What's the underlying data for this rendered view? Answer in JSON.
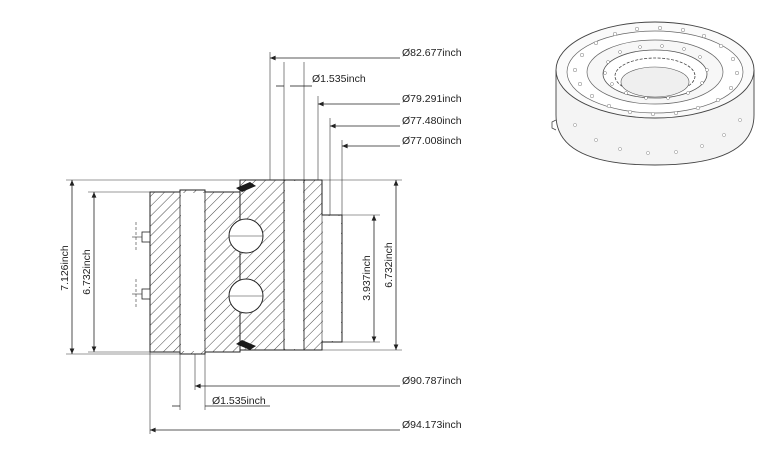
{
  "dimensions": {
    "d_top_1": "Ø82.677inch",
    "d_top_2": "Ø1.535inch",
    "d_top_3": "Ø79.291inch",
    "d_top_4": "Ø77.480inch",
    "d_top_5": "Ø77.008inch",
    "d_bottom_1": "Ø90.787inch",
    "d_bottom_2": "Ø1.535inch",
    "d_bottom_3": "Ø94.173inch",
    "h_left_outer": "7.126inch",
    "h_left_inner": "6.732inch",
    "h_right_inner": "3.937inch",
    "h_right_outer": "6.732inch"
  },
  "colors": {
    "line": "#222222",
    "seal": "#1a1a1a",
    "background": "#ffffff"
  }
}
